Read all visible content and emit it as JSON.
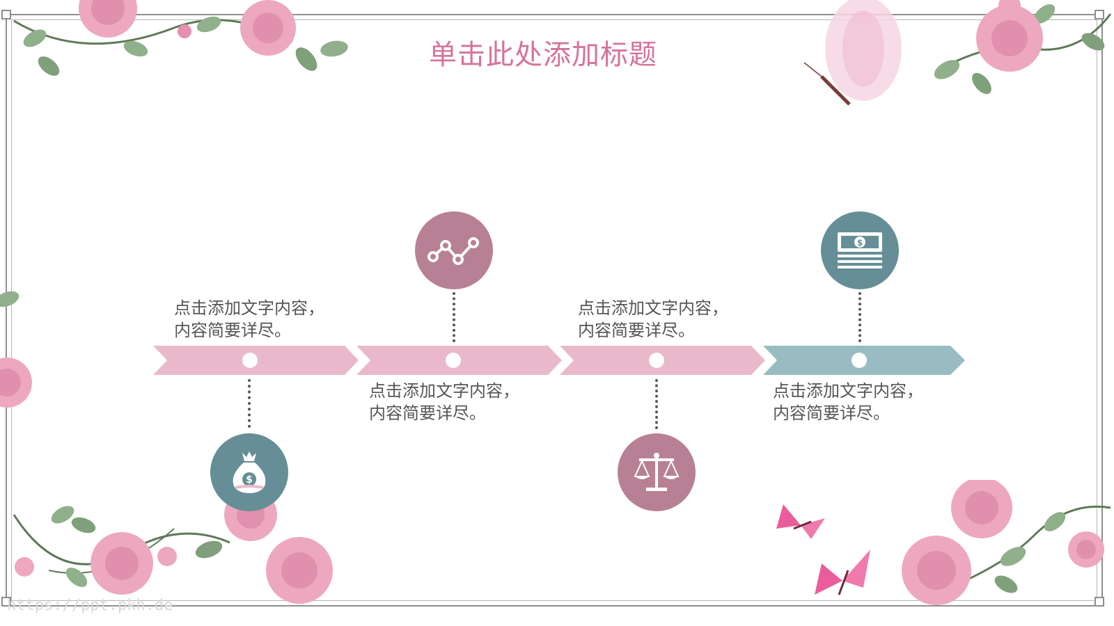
{
  "slide": {
    "title": "单击此处添加标题",
    "watermark": "https://ppt.pkh.de"
  },
  "timeline": {
    "colors": {
      "pink_segment": "#e9b9cb",
      "teal_segment": "#98bcc2",
      "mauve_icon": "#b88094",
      "teal_icon": "#668e96",
      "title": "#d5749b"
    },
    "items": [
      {
        "text_line1": "点击添加文字内容，",
        "text_line2": "内容简要详尽。",
        "icon": "money-bag-icon"
      },
      {
        "text_line1": "点击添加文字内容，",
        "text_line2": "内容简要详尽。",
        "icon": "line-chart-icon"
      },
      {
        "text_line1": "点击添加文字内容，",
        "text_line2": "内容简要详尽。",
        "icon": "balance-scale-icon"
      },
      {
        "text_line1": "点击添加文字内容，",
        "text_line2": "内容简要详尽。",
        "icon": "cash-stack-icon"
      }
    ]
  }
}
